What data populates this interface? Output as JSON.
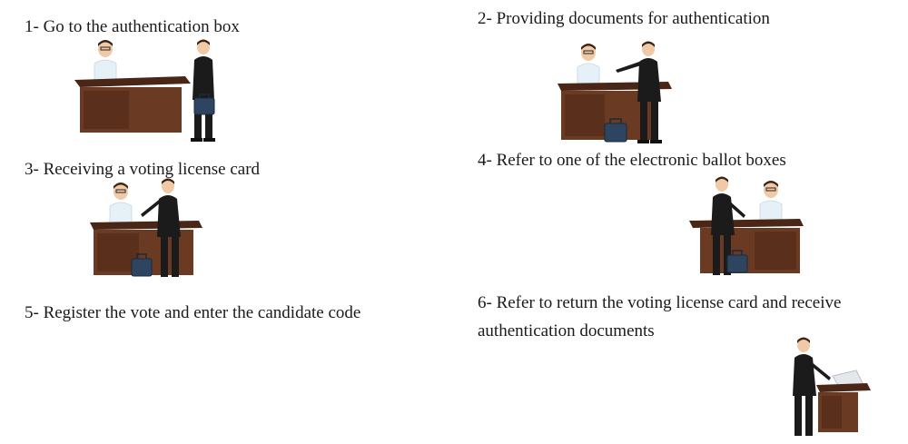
{
  "steps": [
    {
      "id": "step-1",
      "label": "1- Go to the authentication box"
    },
    {
      "id": "step-2",
      "label": "2- Providing documents for authentication"
    },
    {
      "id": "step-3",
      "label": "3- Receiving a voting license card"
    },
    {
      "id": "step-4",
      "label": "4- Refer to one of the electronic ballot boxes"
    },
    {
      "id": "step-5",
      "label": "5- Register the vote and enter the candidate code"
    },
    {
      "id": "step-6",
      "label_line1": "6- Refer to return the voting license card and receive",
      "label_line2": "authentication documents"
    }
  ],
  "colors": {
    "desk_top": "#4a2617",
    "desk_body": "#6a3a22",
    "desk_panel": "#5a301c",
    "suit": "#1b1b1b",
    "shirt": "#e6f0f7",
    "skin": "#f0c9a6",
    "hair": "#3b2414",
    "briefcase": "#2d4560"
  }
}
